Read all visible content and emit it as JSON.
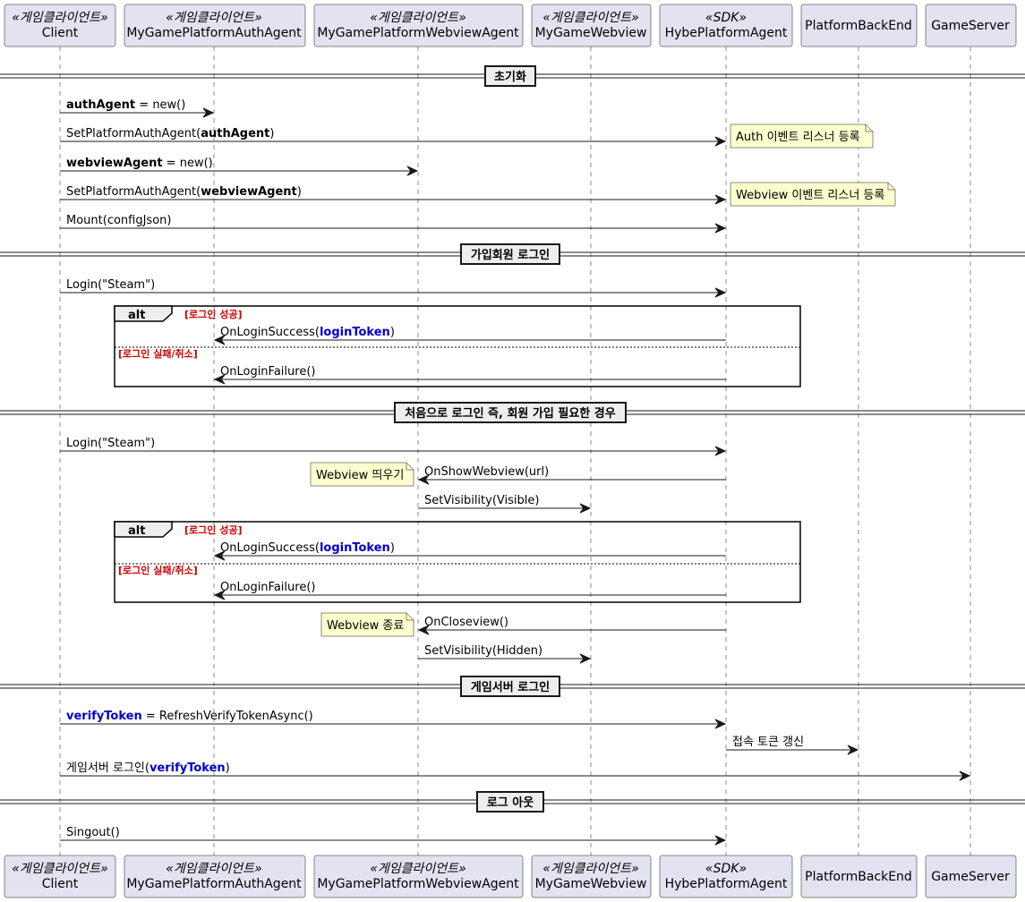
{
  "participants": [
    {
      "id": "client",
      "stereotype": "«게임클라이언트»",
      "name": "Client"
    },
    {
      "id": "auth",
      "stereotype": "«게임클라이언트»",
      "name": "MyGamePlatformAuthAgent"
    },
    {
      "id": "webagent",
      "stereotype": "«게임클라이언트»",
      "name": "MyGamePlatformWebviewAgent"
    },
    {
      "id": "webview",
      "stereotype": "«게임클라이언트»",
      "name": "MyGameWebview"
    },
    {
      "id": "hybe",
      "stereotype": "«SDK»",
      "name": "HybePlatformAgent"
    },
    {
      "id": "backend",
      "stereotype": "",
      "name": "PlatformBackEnd"
    },
    {
      "id": "server",
      "stereotype": "",
      "name": "GameServer"
    }
  ],
  "dividers": [
    {
      "id": "init",
      "label": "초기화"
    },
    {
      "id": "member",
      "label": "가입회원 로그인"
    },
    {
      "id": "first",
      "label": "처음으로 로그인 즉, 회원 가입 필요한 경우"
    },
    {
      "id": "gameserver",
      "label": "게임서버 로그인"
    },
    {
      "id": "logout",
      "label": "로그 아웃"
    }
  ],
  "messages": [
    {
      "id": "m1",
      "parts": [
        {
          "t": "authAgent",
          "b": true
        },
        {
          "t": " = new()"
        }
      ]
    },
    {
      "id": "m2",
      "parts": [
        {
          "t": "SetPlatformAuthAgent("
        },
        {
          "t": "authAgent",
          "b": true
        },
        {
          "t": ")"
        }
      ]
    },
    {
      "id": "m3",
      "parts": [
        {
          "t": "webviewAgent",
          "b": true
        },
        {
          "t": " = new()"
        }
      ]
    },
    {
      "id": "m4",
      "parts": [
        {
          "t": "SetPlatformAuthAgent("
        },
        {
          "t": "webviewAgent",
          "b": true
        },
        {
          "t": ")"
        }
      ]
    },
    {
      "id": "m5",
      "parts": [
        {
          "t": "Mount(configJson)"
        }
      ]
    },
    {
      "id": "m6",
      "parts": [
        {
          "t": "Login(\"Steam\")"
        }
      ]
    },
    {
      "id": "m7",
      "parts": [
        {
          "t": "OnLoginSuccess("
        },
        {
          "t": "loginToken",
          "b": true,
          "c": "#0000cc"
        },
        {
          "t": ")"
        }
      ]
    },
    {
      "id": "m8",
      "parts": [
        {
          "t": "OnLoginFailure()"
        }
      ]
    },
    {
      "id": "m9",
      "parts": [
        {
          "t": "Login(\"Steam\")"
        }
      ]
    },
    {
      "id": "m10",
      "parts": [
        {
          "t": "OnShowWebview(url)"
        }
      ]
    },
    {
      "id": "m11",
      "parts": [
        {
          "t": "SetVisibility(Visible)"
        }
      ]
    },
    {
      "id": "m12",
      "parts": [
        {
          "t": "OnLoginSuccess("
        },
        {
          "t": "loginToken",
          "b": true,
          "c": "#0000cc"
        },
        {
          "t": ")"
        }
      ]
    },
    {
      "id": "m13",
      "parts": [
        {
          "t": "OnLoginFailure()"
        }
      ]
    },
    {
      "id": "m14",
      "parts": [
        {
          "t": "OnCloseview()"
        }
      ]
    },
    {
      "id": "m15",
      "parts": [
        {
          "t": "SetVisibility(Hidden)"
        }
      ]
    },
    {
      "id": "m16",
      "parts": [
        {
          "t": "verifyToken",
          "b": true,
          "c": "#0000cc"
        },
        {
          "t": " = RefreshVerifyTokenAsync()"
        }
      ]
    },
    {
      "id": "m17",
      "parts": [
        {
          "t": "접속 토큰 갱신"
        }
      ]
    },
    {
      "id": "m18",
      "parts": [
        {
          "t": "게임서버 로그인("
        },
        {
          "t": "verifyToken",
          "b": true,
          "c": "#0000cc"
        },
        {
          "t": ")"
        }
      ]
    },
    {
      "id": "m19",
      "parts": [
        {
          "t": "Singout()"
        }
      ]
    }
  ],
  "notes": [
    {
      "id": "n1",
      "text": "Auth 이벤트 리스너 등록"
    },
    {
      "id": "n2",
      "text": "Webview 이벤트 리스너 등록"
    },
    {
      "id": "n3",
      "text": "Webview 띄우기"
    },
    {
      "id": "n4",
      "text": "Webview 종료"
    }
  ],
  "alts": [
    {
      "id": "a1",
      "keyword": "alt",
      "guard1": "[로그인 성공]",
      "guard2": "[로그인 실패/취소]"
    },
    {
      "id": "a2",
      "keyword": "alt",
      "guard1": "[로그인 성공]",
      "guard2": "[로그인 실패/취소]"
    }
  ],
  "colors": {
    "participant_fill": "#e2e2f0",
    "participant_border": "#181818",
    "note_fill": "#fefece",
    "guard_text": "#cc0000",
    "token_text": "#0000cc",
    "divider_fill": "#eeeeee"
  }
}
